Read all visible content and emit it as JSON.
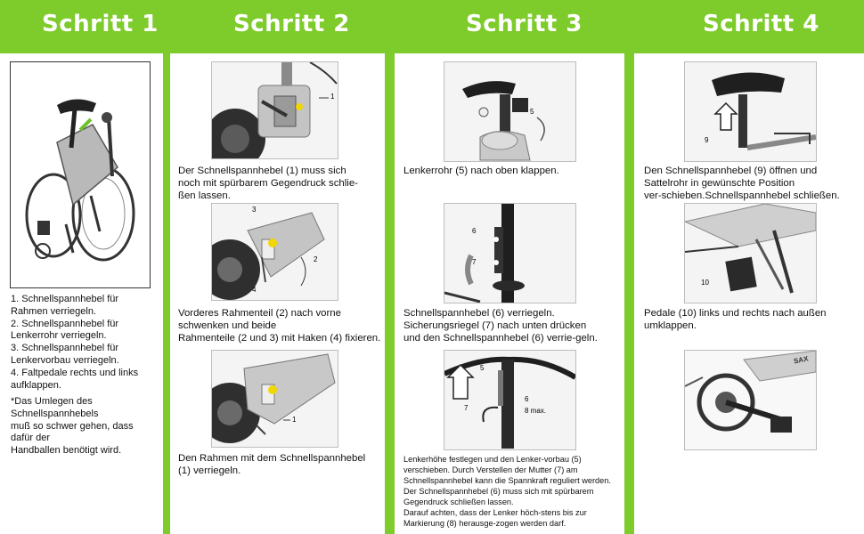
{
  "headers": [
    "Schritt 1",
    "Schritt 2",
    "Schritt 3",
    "Schritt 4"
  ],
  "step1": {
    "list": [
      "1. Schnellspannhebel für",
      "Rahmen verriegeln.",
      "2. Schnellspannhebel für",
      "Lenkerrohr verriegeln.",
      "3. Schnellspannhebel für",
      "Lenkervorbau verriegeln.",
      "4. Faltpedale rechts und links",
      "aufklappen."
    ],
    "note": [
      "*Das Umlegen des",
      "Schnellspannhebels",
      "muß so schwer gehen, dass",
      "dafür der",
      "Handballen benötigt wird."
    ]
  },
  "step2": {
    "a": [
      "Der Schnellspannhebel (1) muss sich",
      "noch mit spürbarem Gegendruck schlie-",
      "ßen lassen."
    ],
    "b": [
      "Vorderes Rahmenteil (2) nach vorne",
      "schwenken und beide",
      "Rahmenteile (2 und 3) mit Haken (4) fixieren."
    ],
    "c": [
      "Den Rahmen mit dem Schnellspannhebel",
      "(1) verriegeln."
    ],
    "labels": {
      "img1_1": "1",
      "img2_3": "3",
      "img2_2": "2",
      "img2_4": "4",
      "img3_1": "1"
    }
  },
  "step3": {
    "a": [
      "Lenkerrohr (5) nach oben klappen."
    ],
    "b": [
      "Schnellspannhebel (6) verriegeln.",
      "Sicherungsriegel (7) nach unten drücken",
      "und den Schnellspannhebel (6) verrie-geln."
    ],
    "c": [
      "Lenkerhöhe festlegen und den Lenker-vorbau (5)",
      "verschieben. Durch Verstellen der Mutter (7) am",
      "Schnellspannhebel kann die Spannkraft reguliert werden.",
      "Der Schnellspannhebel (6) muss sich mit spürbarem",
      "Gegendruck schließen lassen.",
      "Darauf achten, dass der Lenker höch-stens bis zur",
      "Markierung (8) herausge-zogen werden darf."
    ],
    "labels": {
      "img1_5": "5",
      "img2_6": "6",
      "img2_7": "7",
      "img3_5": "5",
      "img3_6": "6",
      "img3_7": "7",
      "img3_8": "8 max."
    }
  },
  "step4": {
    "a": [
      "Den Schnellspannhebel (9) öffnen und",
      "Sattelrohr in gewünschte Position",
      "ver-schieben.Schnellspannhebel schließen."
    ],
    "b": [
      "Pedale (10) links und rechts nach außen",
      "umklappen."
    ],
    "labels": {
      "img1_9": "9",
      "img2_10": "10"
    },
    "brand_mark": "SAX"
  }
}
